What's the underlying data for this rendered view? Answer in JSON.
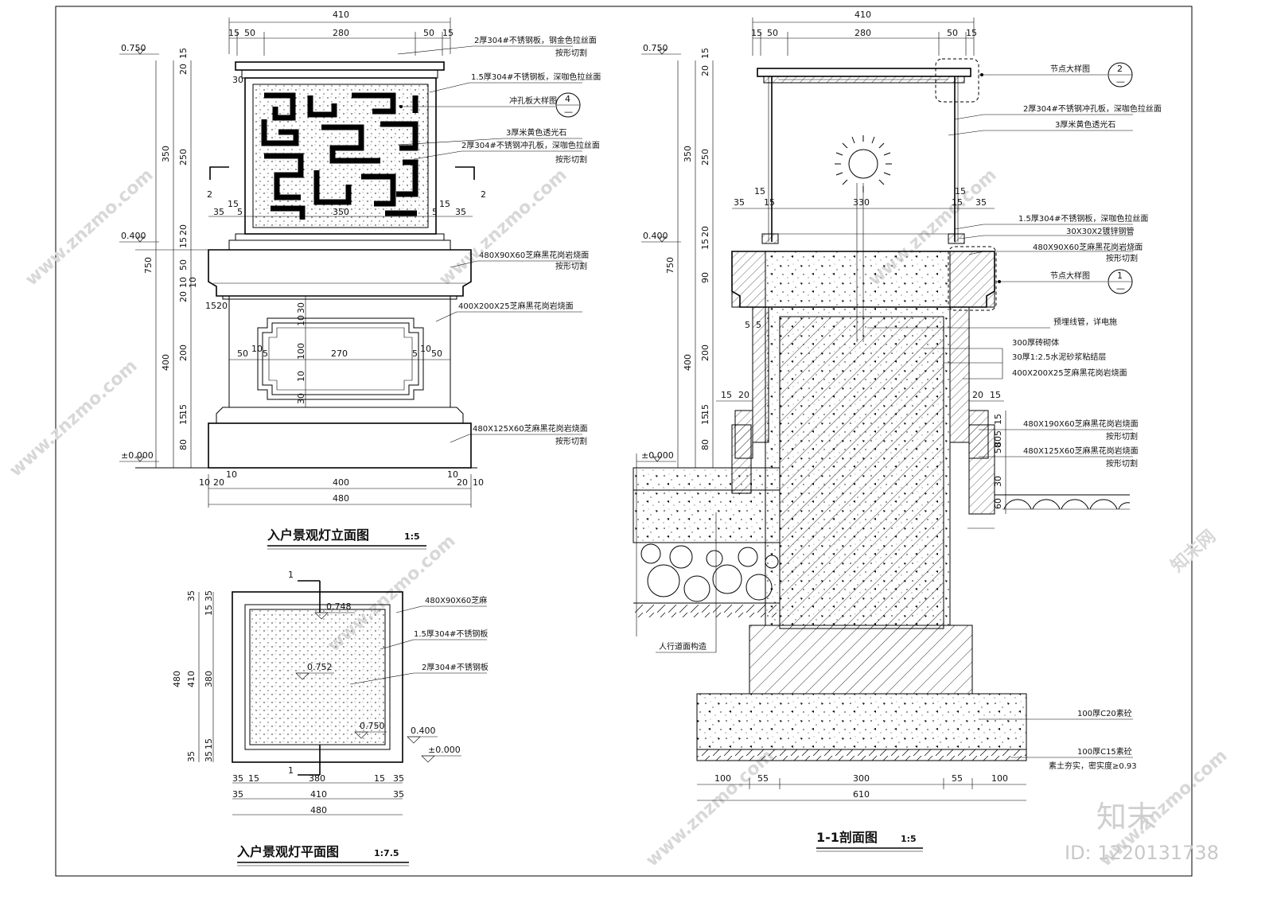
{
  "titles": {
    "elevation": "入户景观灯立面图",
    "elevation_scale": "1:5",
    "plan": "入户景观灯平面图",
    "plan_scale": "1:7.5",
    "section": "1-1剖面图",
    "section_scale": "1:5"
  },
  "elevation": {
    "top_dims": [
      "410",
      "15",
      "50",
      "280",
      "50",
      "15"
    ],
    "left_dims": [
      "15",
      "20",
      "350",
      "250",
      "20",
      "15",
      "750",
      "50",
      "10",
      "20",
      "10",
      "400",
      "200",
      "15",
      "15",
      "80"
    ],
    "levels": [
      "0.750",
      "0.400",
      "±0.000"
    ],
    "inner_dims": [
      "30",
      "35",
      "15",
      "5",
      "350",
      "5",
      "15",
      "35",
      "15",
      "20",
      "50",
      "10",
      "5",
      "270",
      "5",
      "10",
      "50",
      "30",
      "10",
      "100",
      "10",
      "30"
    ],
    "bottom_dims": [
      "10",
      "20",
      "10",
      "400",
      "10",
      "20",
      "10",
      "480"
    ],
    "section_marks": [
      "2",
      "2"
    ],
    "callout": {
      "num": "4",
      "sheet": "—"
    },
    "notes": [
      "2厚304#不锈钢板，钢金色拉丝面",
      "按形切割",
      "1.5厚304#不锈钢板，深咖色拉丝面",
      "冲孔板大样图",
      "3厚米黄色透光石",
      "2厚304#不锈钢冲孔板，深咖色拉丝面",
      "按形切割",
      "480X90X60芝麻黑花岗岩烧面",
      "按形切割",
      "400X200X25芝麻黑花岗岩烧面",
      "480X125X60芝麻黑花岗岩烧面",
      "按形切割"
    ]
  },
  "plan": {
    "left_dims": [
      "35",
      "35",
      "15",
      "480",
      "410",
      "380",
      "15",
      "35",
      "35"
    ],
    "bottom_dims": [
      "35",
      "15",
      "380",
      "15",
      "35",
      "35",
      "410",
      "35",
      "480"
    ],
    "levels": [
      "0.748",
      "0.752",
      "0.750",
      "0.400",
      "±0.000"
    ],
    "section_marks": [
      "1",
      "1"
    ],
    "notes": [
      "480X90X60芝麻",
      "1.5厚304#不锈钢板",
      "2厚304#不锈钢板"
    ]
  },
  "section": {
    "top_dims": [
      "410",
      "15",
      "50",
      "280",
      "50",
      "15"
    ],
    "left_dims": [
      "15",
      "20",
      "350",
      "250",
      "20",
      "15",
      "750",
      "90",
      "400",
      "200",
      "15",
      "15",
      "80"
    ],
    "levels": [
      "0.750",
      "0.400",
      "±0.000"
    ],
    "inner_dims": [
      "35",
      "15",
      "15",
      "330",
      "15",
      "15",
      "35",
      "5",
      "5",
      "15",
      "20",
      "20",
      "15",
      "15",
      "5",
      "80",
      "50",
      "30",
      "60"
    ],
    "bottom_dims": [
      "100",
      "55",
      "300",
      "55",
      "100",
      "610"
    ],
    "callouts": [
      {
        "label": "节点大样图",
        "num": "2",
        "sheet": "—"
      },
      {
        "label": "节点大样图",
        "num": "1",
        "sheet": "—"
      }
    ],
    "notes": [
      "2厚304#不锈钢冲孔板，深咖色拉丝面",
      "3厚米黄色透光石",
      "1.5厚304#不锈钢板，深咖色拉丝面",
      "30X30X2镀锌钢管",
      "480X90X60芝麻黑花岗岩烧面",
      "按形切割",
      "预埋线管，详电施",
      "300厚砖砌体",
      "30厚1:2.5水泥砂浆粘结层",
      "400X200X25芝麻黑花岗岩烧面",
      "480X190X60芝麻黑花岗岩烧面",
      "按形切割",
      "480X125X60芝麻黑花岗岩烧面",
      "按形切割",
      "人行道面构造",
      "100厚C20素砼",
      "100厚C15素砼",
      "素土夯实，密实度≥0.93"
    ]
  },
  "watermark": {
    "site": "www.znzmo.com",
    "brand_cn": "知末网",
    "brand_logo": "知末",
    "id": "ID: 1220131738"
  }
}
